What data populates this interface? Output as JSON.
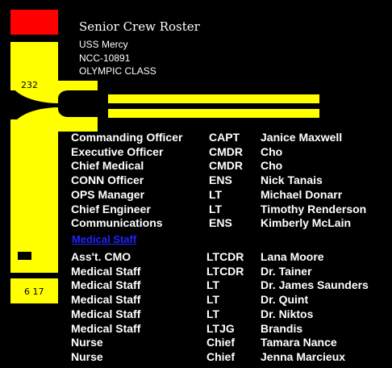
{
  "header": {
    "title": "Senior Crew Roster",
    "ship_name": "USS Mercy",
    "registry": "NCC-10891",
    "class": "OLYMPIC CLASS"
  },
  "frame": {
    "upper_number": "232",
    "lower_number": "6 17",
    "colors": {
      "accent": "#ffff00",
      "alert": "#ff0000",
      "background": "#000000",
      "link": "#2222ff"
    }
  },
  "senior_staff": [
    {
      "position": "Commanding Officer",
      "rank": "CAPT",
      "name": "Janice Maxwell"
    },
    {
      "position": "Executive Officer",
      "rank": "CMDR",
      "name": "Cho"
    },
    {
      "position": "Chief Medical",
      "rank": "CMDR",
      "name": "Cho"
    },
    {
      "position": "CONN Officer",
      "rank": "ENS",
      "name": "Nick Tanais"
    },
    {
      "position": "OPS Manager",
      "rank": "LT",
      "name": "Michael Donarr"
    },
    {
      "position": "Chief Engineer",
      "rank": "LT",
      "name": "Timothy Renderson"
    },
    {
      "position": "Communications",
      "rank": "ENS",
      "name": "Kimberly McLain"
    }
  ],
  "medical_link": "Medical Staff",
  "medical_staff": [
    {
      "position": "Ass't. CMO",
      "rank": "LTCDR",
      "name": "Lana Moore"
    },
    {
      "position": "Medical Staff",
      "rank": "LTCDR",
      "name": "Dr. Tainer"
    },
    {
      "position": "Medical Staff",
      "rank": "LT",
      "name": "Dr. James Saunders"
    },
    {
      "position": "Medical Staff",
      "rank": "LT",
      "name": "Dr. Quint"
    },
    {
      "position": "Medical Staff",
      "rank": "LT",
      "name": "Dr. Niktos"
    },
    {
      "position": "Medical Staff",
      "rank": "LTJG",
      "name": "Brandis"
    },
    {
      "position": "Nurse",
      "rank": "Chief",
      "name": "Tamara Nance"
    },
    {
      "position": "Nurse",
      "rank": "Chief",
      "name": "Jenna Marcieux"
    }
  ]
}
